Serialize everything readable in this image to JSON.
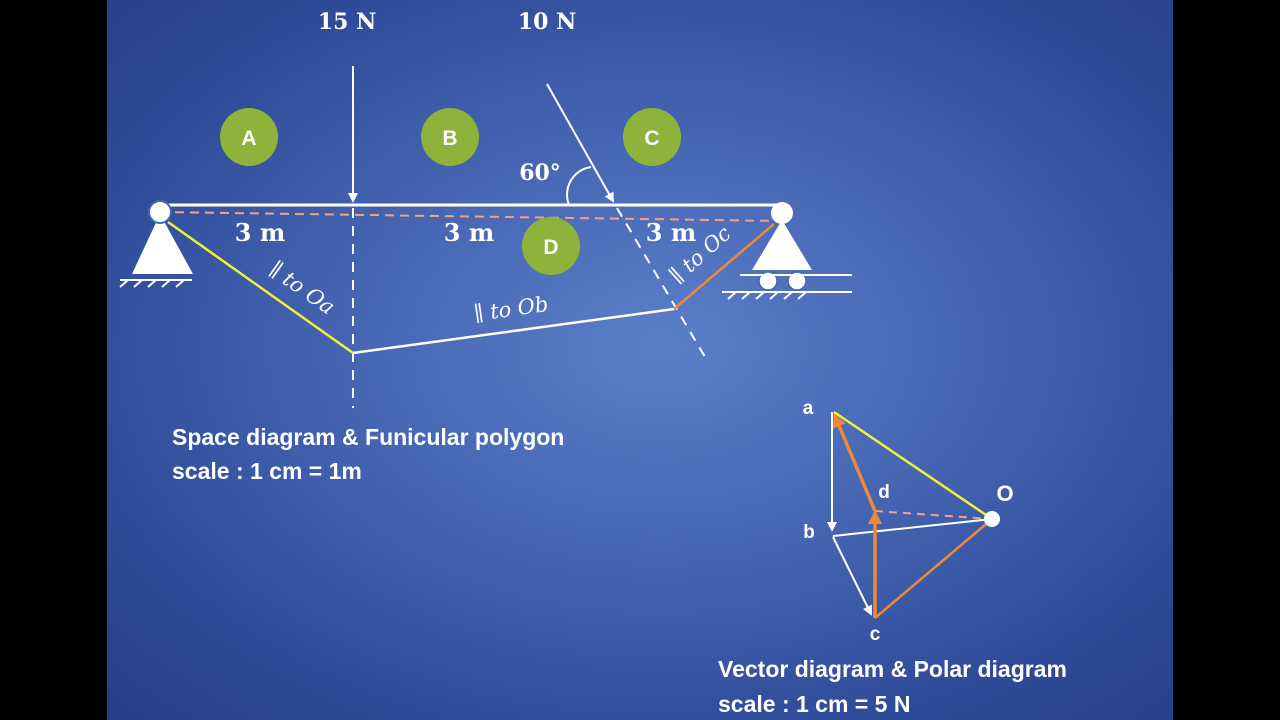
{
  "forces": [
    {
      "label": "15 N",
      "magnitude": 15,
      "unit": "N"
    },
    {
      "label": "10 N",
      "magnitude": 10,
      "unit": "N"
    }
  ],
  "spaces": [
    "A",
    "B",
    "C",
    "D"
  ],
  "angle_label": "60°",
  "spans": [
    "3 m",
    "3 m",
    "3 m"
  ],
  "funicular_labels": [
    "∥ to Oa",
    "∥ to Ob",
    "∥ to Oc"
  ],
  "vector_points": [
    "a",
    "b",
    "c",
    "d",
    "O"
  ],
  "captions": {
    "space_title": "Space diagram & Funicular polygon",
    "space_scale": "scale : 1 cm = 1m",
    "vector_title": "Vector diagram & Polar diagram",
    "vector_scale": "scale : 1 cm = 5 N"
  },
  "colors": {
    "background": "#4565b2",
    "space_circle": "#8db33a",
    "ray_a": "#f2f230",
    "ray_c": "#f0883a",
    "dashed_closing": "#f4a37e",
    "lines": "#ffffff"
  }
}
